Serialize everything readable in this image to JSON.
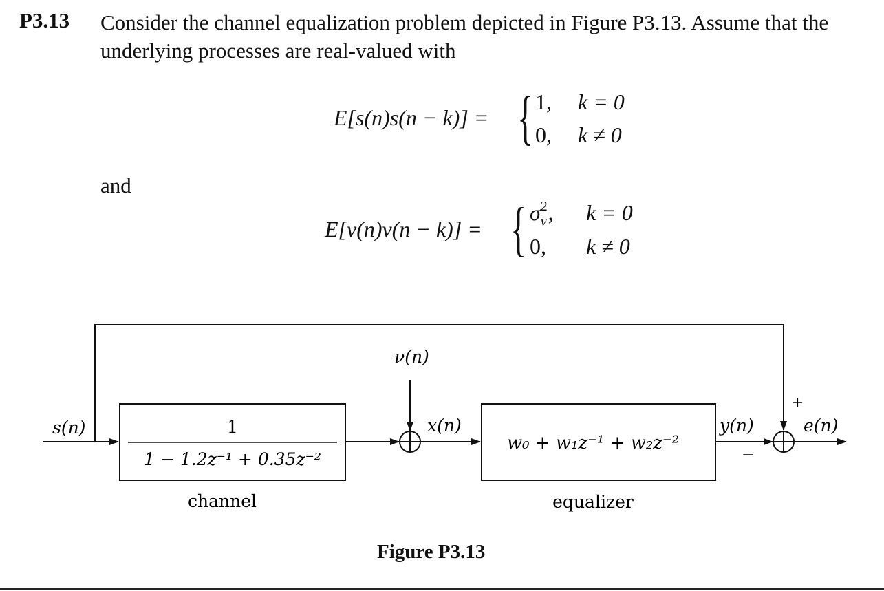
{
  "problem": {
    "number": "P3.13",
    "text": "Consider the channel equalization problem depicted in Figure P3.13. Assume that the underlying processes are real-valued with"
  },
  "equation1": {
    "lhs": "E[s(n)s(n − k)] =",
    "case1_value": "1,",
    "case1_cond": "k = 0",
    "case2_value": "0,",
    "case2_cond": "k ≠ 0"
  },
  "connector": "and",
  "equation2": {
    "lhs": "E[ν(n)ν(n − k)] =",
    "case1_value": "σ",
    "case1_sup": "2",
    "case1_sub": "ν",
    "case1_comma": ",",
    "case1_cond": "k = 0",
    "case2_value": "0,",
    "case2_cond": "k ≠ 0"
  },
  "figure": {
    "input_label": "s(n)",
    "noise_label": "ν(n)",
    "x_label": "x(n)",
    "y_label": "y(n)",
    "e_label": "e(n)",
    "plus_sign": "+",
    "minus_sign": "−",
    "channel_numerator": "1",
    "channel_denominator": "1 − 1.2z⁻¹ + 0.35z⁻²",
    "channel_label": "channel",
    "equalizer_expr": "w₀ + w₁z⁻¹ + w₂z⁻²",
    "equalizer_label": "equalizer",
    "caption": "Figure P3.13"
  }
}
